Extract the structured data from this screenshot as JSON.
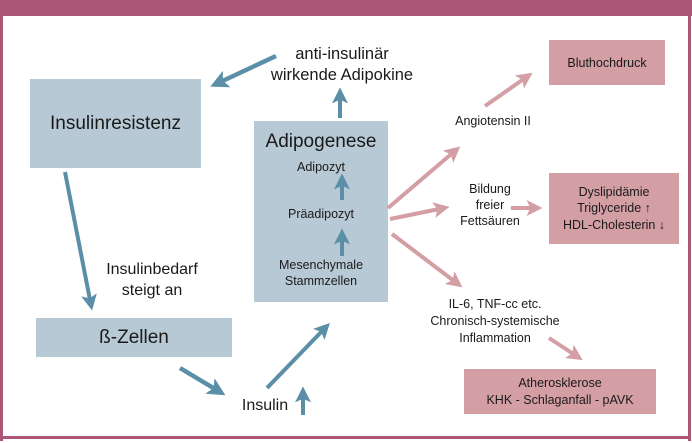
{
  "diagram": {
    "colors": {
      "frame": "#ab5676",
      "blue_box": "#b8c9d6",
      "pink_box": "#d49ea5",
      "blue_arrow": "#5b8fa8",
      "pink_arrow": "#d49ea5"
    },
    "nodes": {
      "insulinresistenz": "Insulinresistenz",
      "beta_zellen": "ß-Zellen",
      "adipogenese": {
        "title": "Adipogenese",
        "adipozyt": "Adipozyt",
        "praeadipozyt": "Präadipozyt",
        "stammzellen_line1": "Mesenchymale",
        "stammzellen_line2": "Stammzellen"
      },
      "bluthochdruck": "Bluthochdruck",
      "dyslipidaemie": {
        "line1": "Dyslipidämie",
        "line2": "Triglyceride ↑",
        "line3": "HDL-Cholesterin ↓"
      },
      "atherosklerose": {
        "line1": "Atherosklerose",
        "line2": "KHK - Schlaganfall - pAVK"
      }
    },
    "labels": {
      "adipokine_line1": "anti-insulinär",
      "adipokine_line2": "wirkende Adipokine",
      "insulinbedarf_line1": "Insulinbedarf",
      "insulinbedarf_line2": "steigt an",
      "insulin": "Insulin",
      "angiotensin": "Angiotensin II",
      "fettsaeuren_line1": "Bildung",
      "fettsaeuren_line2": "freier",
      "fettsaeuren_line3": "Fettsäuren",
      "inflammation_line1": "IL-6, TNF-cc etc.",
      "inflammation_line2": "Chronisch-systemische",
      "inflammation_line3": "Inflammation"
    },
    "edges": [
      {
        "from": "adipokine",
        "to": "insulinresistenz",
        "color": "blue"
      },
      {
        "from": "adipogenese",
        "to": "adipokine",
        "color": "blue"
      },
      {
        "from": "insulinresistenz",
        "to": "beta_zellen",
        "color": "blue"
      },
      {
        "from": "beta_zellen",
        "to": "insulin",
        "color": "blue"
      },
      {
        "from": "insulin",
        "to": "adipogenese",
        "color": "blue"
      },
      {
        "from": "external",
        "to": "insulin",
        "color": "blue"
      },
      {
        "from": "stammzellen",
        "to": "praeadipozyt",
        "color": "blue"
      },
      {
        "from": "praeadipozyt",
        "to": "adipozyt",
        "color": "blue"
      },
      {
        "from": "praeadipozyt",
        "to": "angiotensin",
        "color": "pink"
      },
      {
        "from": "angiotensin",
        "to": "bluthochdruck",
        "color": "pink"
      },
      {
        "from": "praeadipozyt",
        "to": "fettsaeuren",
        "color": "pink"
      },
      {
        "from": "fettsaeuren",
        "to": "dyslipidaemie",
        "color": "pink"
      },
      {
        "from": "praeadipozyt",
        "to": "inflammation",
        "color": "pink"
      },
      {
        "from": "inflammation",
        "to": "atherosklerose",
        "color": "pink"
      }
    ]
  }
}
